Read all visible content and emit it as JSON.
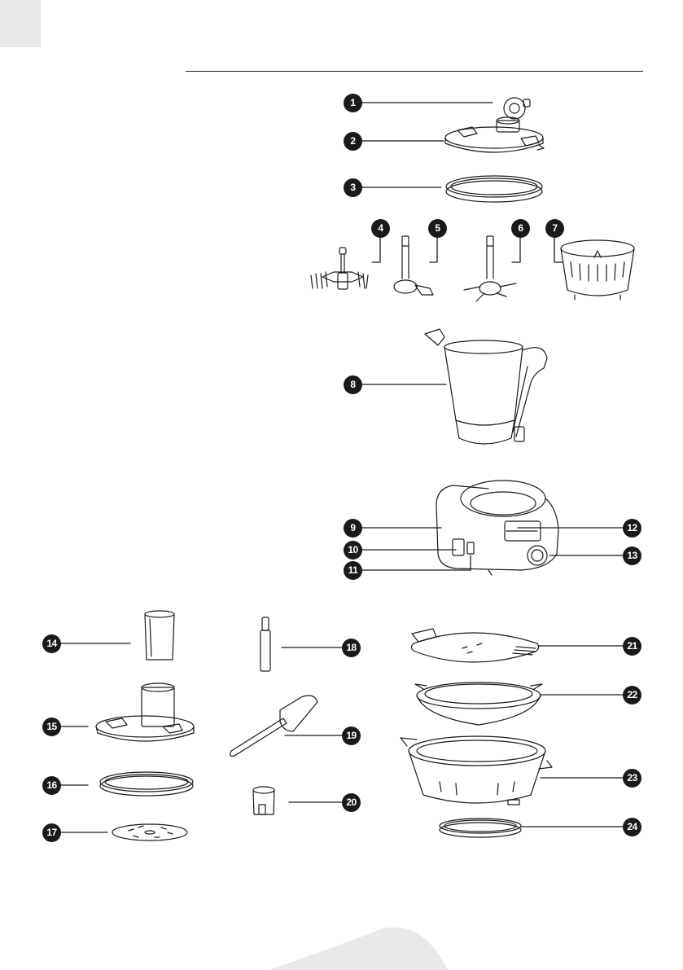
{
  "page": {
    "background": "#ffffff",
    "corner_tab_color": "#e8e8e8",
    "line_color": "#1a1a1a"
  },
  "callouts": [
    {
      "id": "1",
      "label": "1",
      "part": "measuring-cap"
    },
    {
      "id": "2",
      "label": "2",
      "part": "lid"
    },
    {
      "id": "3",
      "label": "3",
      "part": "lid-seal"
    },
    {
      "id": "4",
      "label": "4",
      "part": "whisk"
    },
    {
      "id": "5",
      "label": "5",
      "part": "kneading-blade"
    },
    {
      "id": "6",
      "label": "6",
      "part": "chopping-blade"
    },
    {
      "id": "7",
      "label": "7",
      "part": "steam-basket"
    },
    {
      "id": "8",
      "label": "8",
      "part": "bowl"
    },
    {
      "id": "9",
      "label": "9",
      "part": "base-unit"
    },
    {
      "id": "10",
      "label": "10",
      "part": "power-socket"
    },
    {
      "id": "11",
      "label": "11",
      "part": "power-switch"
    },
    {
      "id": "12",
      "label": "12",
      "part": "control-panel"
    },
    {
      "id": "13",
      "label": "13",
      "part": "control-knob"
    },
    {
      "id": "14",
      "label": "14",
      "part": "pusher"
    },
    {
      "id": "15",
      "label": "15",
      "part": "slicer-lid"
    },
    {
      "id": "16",
      "label": "16",
      "part": "slicer-lid-seal"
    },
    {
      "id": "17",
      "label": "17",
      "part": "slicing-disc"
    },
    {
      "id": "18",
      "label": "18",
      "part": "disc-shaft"
    },
    {
      "id": "19",
      "label": "19",
      "part": "spatula"
    },
    {
      "id": "20",
      "label": "20",
      "part": "coupler"
    },
    {
      "id": "21",
      "label": "21",
      "part": "steamer-lid"
    },
    {
      "id": "22",
      "label": "22",
      "part": "steamer-tray"
    },
    {
      "id": "23",
      "label": "23",
      "part": "steamer-basket"
    },
    {
      "id": "24",
      "label": "24",
      "part": "steamer-seal"
    }
  ]
}
